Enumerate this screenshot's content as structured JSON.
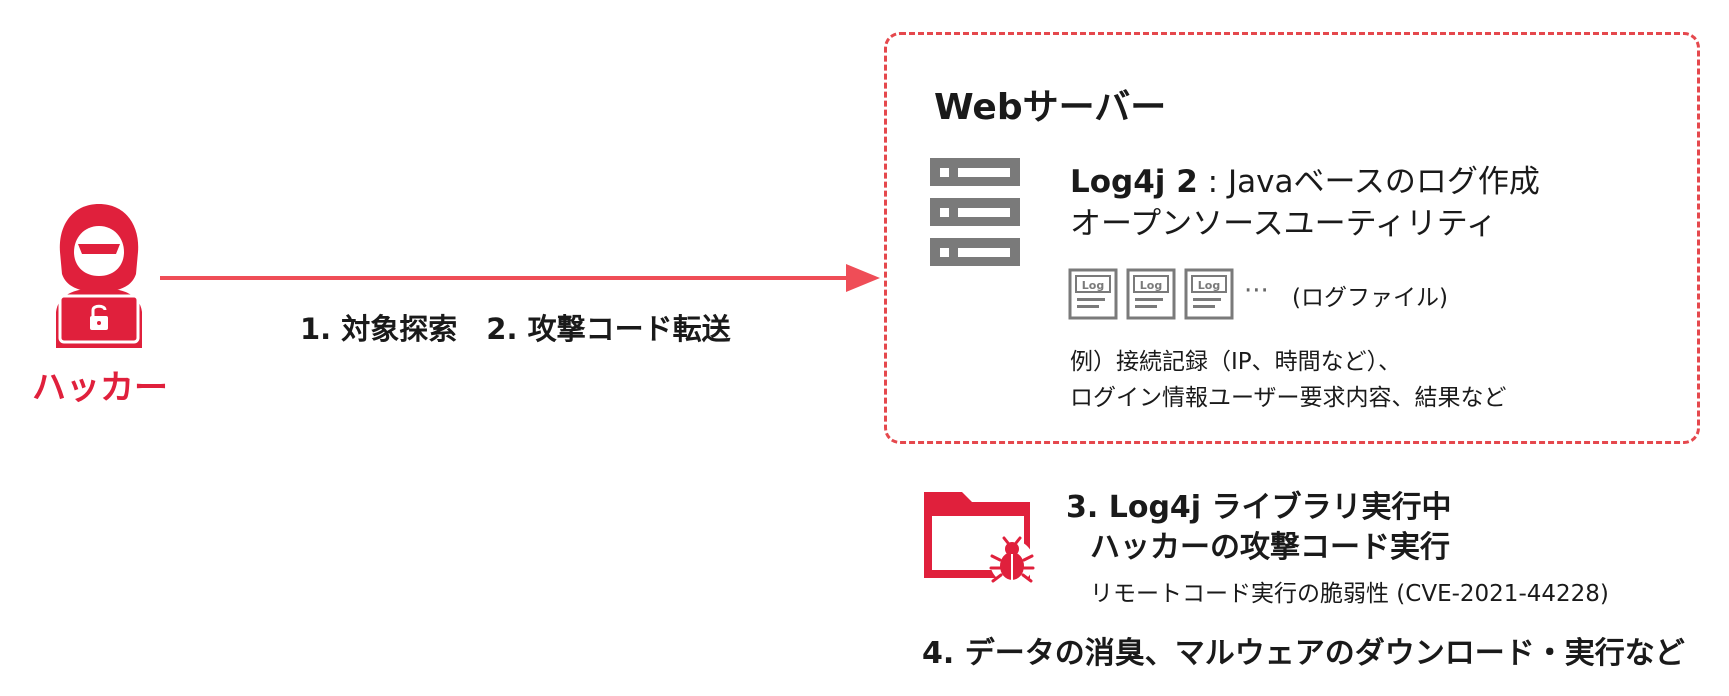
{
  "colors": {
    "accent_red": "#e0203c",
    "dashed_border": "#e5484d",
    "arrow": "#ef4d57",
    "server_gray": "#7a7a7a"
  },
  "icons": {
    "hacker": "hooded-hacker-laptop-icon",
    "server": "server-rack-icon",
    "log_file": "log-file-icon",
    "folder": "infected-folder-bug-icon"
  },
  "hacker": {
    "label": "ハッカー"
  },
  "arrow": {
    "label": "1. 対象探索　2. 攻撃コード転送"
  },
  "server": {
    "title": "Webサーバー",
    "log4j_name": "Log4j 2",
    "log4j_desc_rest": " : Javaベースのログ作成",
    "log4j_desc_line2": "オープンソースユーティリティ",
    "log_icon_text": "Log",
    "ellipsis": "···",
    "log_files_label": "(ログファイル)",
    "example_line1": "例）接続記録（IP、時間など）、",
    "example_line2": "ログイン情報ユーザー要求内容、結果など"
  },
  "step3": {
    "line1": "3. Log4j ライブラリ実行中",
    "line2": "ハッカーの攻撃コード実行",
    "note": "リモートコード実行の脆弱性 (CVE-2021-44228)"
  },
  "step4": {
    "text": "4. データの消臭、マルウェアのダウンロード・実行など"
  }
}
